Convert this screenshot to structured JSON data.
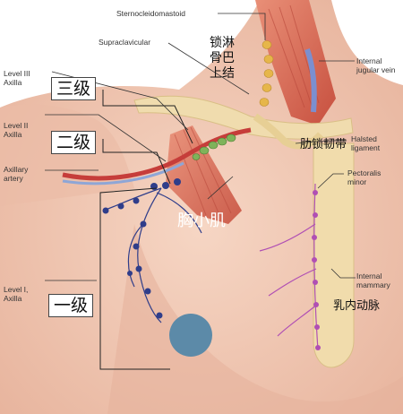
{
  "labels": {
    "sternocleidomastoid": "Sternocleidomastoid",
    "supraclavicular": "Supraclavicular",
    "level3_axilla": "Level III\nAxilla",
    "level2_axilla": "Level II\nAxilla",
    "axillary_artery": "Axillary\nartery",
    "level1_axilla": "Level I,\nAxilla",
    "internal_jugular_vein": "Internal\njugular vein",
    "halsted_ligament": "Halsted\nligament",
    "pectoralis_minor": "Pectoralis\nminor",
    "internal_mammary": "Internal\nmammary"
  },
  "chinese": {
    "supraclavicular_nodes": "锁淋\n骨巴\n上结",
    "level3": "三级",
    "level2": "二级",
    "level1": "一级",
    "pectoralis_minor": "胸小肌",
    "costoclavicular_ligament": "肋锁韧带",
    "internal_mammary_artery": "乳内动脉"
  },
  "colors": {
    "skin": "#f2c9b5",
    "muscle": "#d9624f",
    "bone": "#f1dba9",
    "artery": "#c63d3a",
    "lymph_node_axilla": "#2f3d8a",
    "lymph_node_level2": "#7fb35a",
    "lymph_node_supraclavicular": "#e6b64a",
    "internal_mammary_nodes": "#b04fb4",
    "tumor": "#5c8aa8"
  }
}
